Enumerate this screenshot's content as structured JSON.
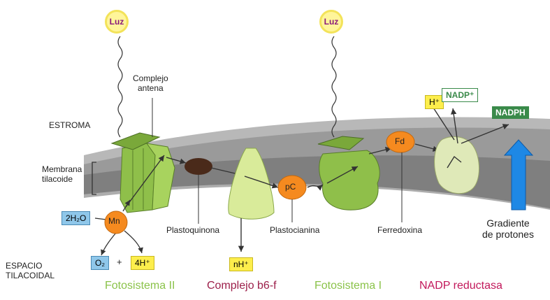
{
  "light": {
    "left": "Luz",
    "right": "Luz"
  },
  "labels": {
    "complejo_antena_1": "Complejo",
    "complejo_antena_2": "antena",
    "estroma": "ESTROMA",
    "membrana_1": "Membrana",
    "membrana_2": "tilacoide",
    "espacio_1": "ESPACIO",
    "espacio_2": "TILACOIDAL",
    "plastoquinona": "Plastoquinona",
    "plastocianina": "Plastocianina",
    "ferredoxina": "Ferredoxina",
    "gradiente_1": "Gradiente",
    "gradiente_2": "de protones"
  },
  "molecules": {
    "water": "2H₂O",
    "mn": "Mn",
    "o2": "O₂",
    "plus": "+",
    "four_h": "4H⁺",
    "nh": "nH⁺",
    "pc": "pC",
    "fd": "Fd",
    "h_plus": "H⁺",
    "nadp_plus": "NADP⁺",
    "nadph": "NADPH"
  },
  "complexes": [
    {
      "name": "Fotosistema II",
      "color": "#8bc34a"
    },
    {
      "name": "Complejo b6-f",
      "color": "#9c1f4a"
    },
    {
      "name": "Fotosistema I",
      "color": "#8bc34a"
    },
    {
      "name": "NADP reductasa",
      "color": "#c2185b"
    }
  ],
  "colors": {
    "membrane": "#8a8a8a",
    "membrane_inner": "#5e5e5e",
    "protein_green": "#8fbf4a",
    "protein_light": "#c9e07f",
    "orange": "#f58a1f",
    "plastoquinone": "#4a2a1a",
    "yellow_box": "#fdee4c",
    "blue_box": "#8fc7ea",
    "nadph_green": "#3a8a4a",
    "arrow_blue": "#1e88e5"
  }
}
